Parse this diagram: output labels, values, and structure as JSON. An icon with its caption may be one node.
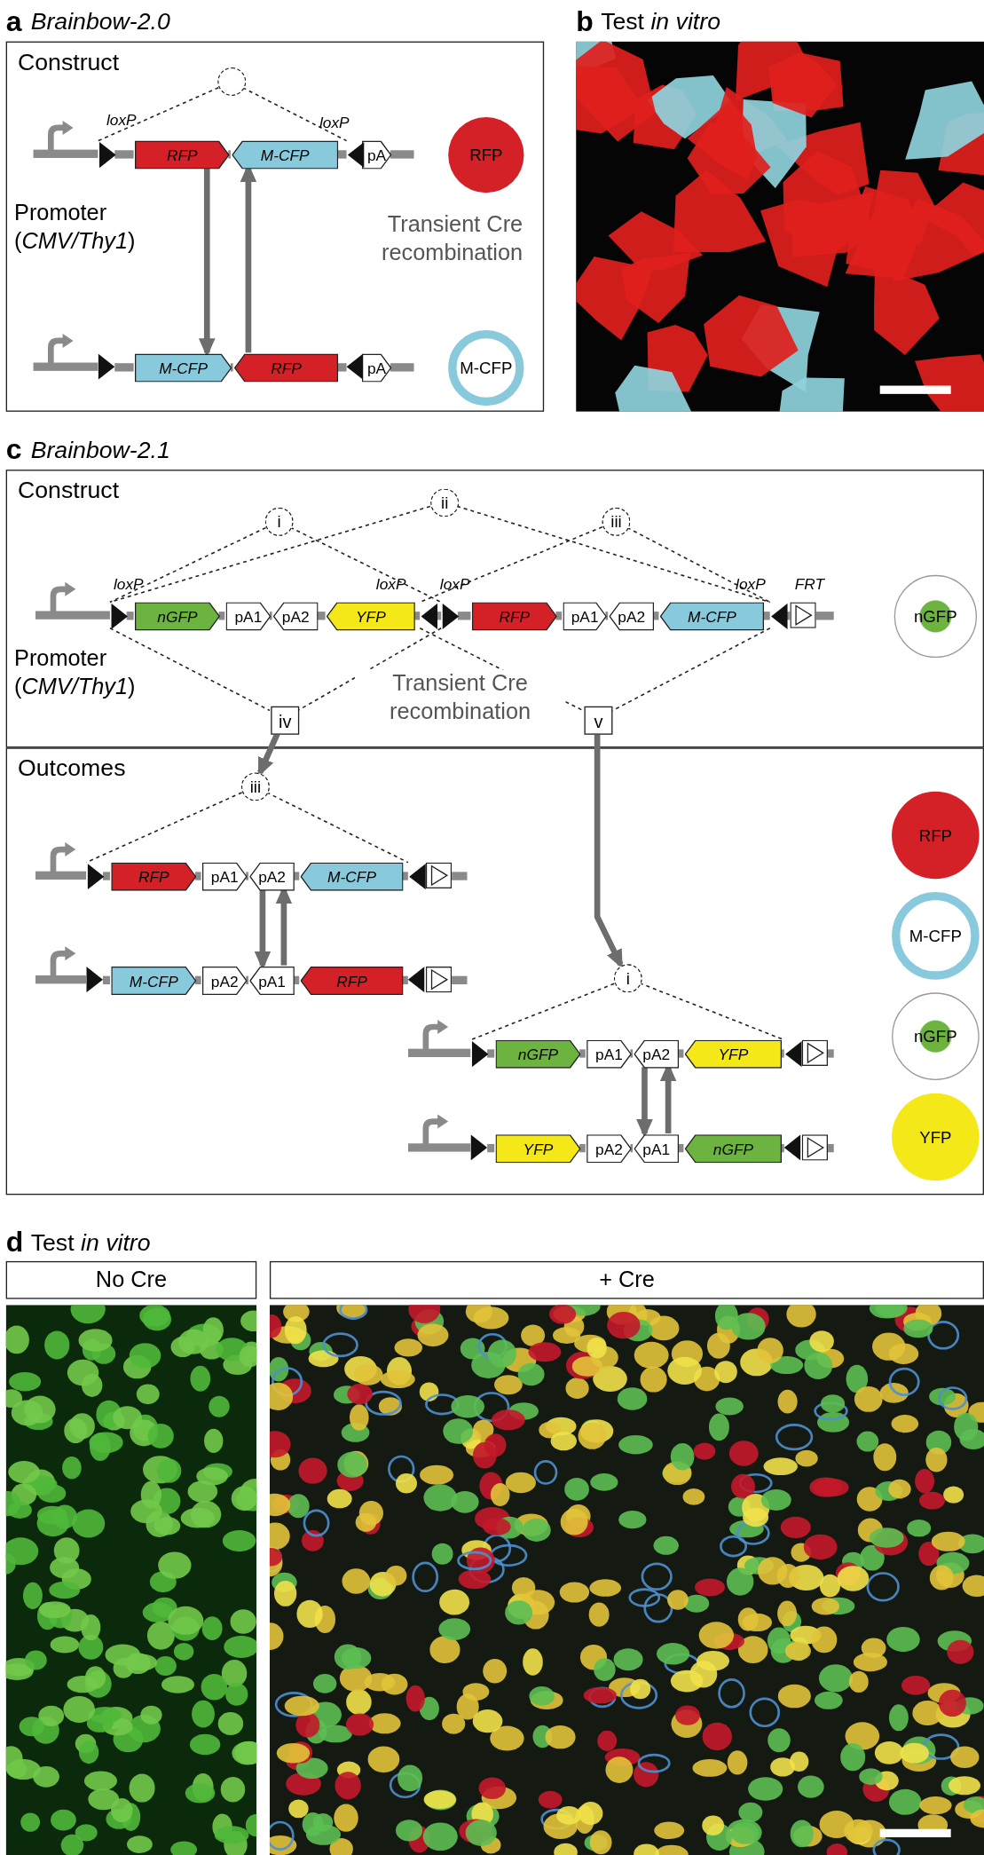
{
  "diagram": {
    "nodes": [
      {
        "text": [
          "Construct"
        ]
      },
      {
        "text": [],
        "shape": "circle",
        "in": 0
      },
      {
        "text": [],
        "shape": "triangle",
        "in": 0
      },
      {
        "text": [
          "RFP"
        ],
        "in": 0
      },
      {
        "text": [
          "M-CFP"
        ],
        "in": 0
      },
      {
        "text": [
          "pA"
        ],
        "in": 0
      },
      {
        "text": [],
        "shape": "triangle",
        "in": 0
      },
      {
        "text": [
          "RFP"
        ],
        "in": 0
      },
      {
        "text": [
          "M-CFP"
        ],
        "in": 0
      },
      {
        "text": [
          "RFP"
        ],
        "in": 0
      },
      {
        "text": [
          "pA"
        ],
        "in": 0
      },
      {
        "text": [
          "M-CFP"
        ],
        "in": 0
      },
      {
        "text": [],
        "shape": "picture",
        "beside": [
          "b",
          "Test *in vitro*"
        ]
      },
      {
        "text": [
          "Construct"
        ]
      },
      {
        "text": [
          "i"
        ],
        "in": 13
      },
      {
        "text": [
          "ii"
        ],
        "in": 13
      },
      {
        "text": [
          "iii"
        ],
        "in": 13
      },
      {
        "text": [],
        "shape": "triangle",
        "in": 13
      },
      {
        "text": [
          "nGFP"
        ],
        "in": 13
      },
      {
        "text": [
          "pA1"
        ],
        "in": 13
      },
      {
        "text": [
          "pA2"
        ],
        "in": 13
      },
      {
        "text": [
          "YFP"
        ],
        "in": 13
      },
      {
        "text": [],
        "shape": "triangle",
        "in": 13
      },
      {
        "text": [],
        "shape": "triangle",
        "in": 13
      },
      {
        "text": [
          "RFP"
        ],
        "in": 13
      },
      {
        "text": [
          "pA1"
        ],
        "in": 13
      },
      {
        "text": [
          "pA2"
        ],
        "in": 13
      },
      {
        "text": [
          "M-CFP"
        ],
        "in": 13
      },
      {
        "text": [],
        "shape": "triangle",
        "in": 13
      },
      {
        "text": [
          "nGFP"
        ],
        "in": 13
      },
      {
        "text": [
          "iv"
        ],
        "in": 13
      },
      {
        "text": [
          "v"
        ],
        "in": 13
      },
      {
        "text": [
          "Outcomes"
        ]
      },
      {
        "text": [
          "iii"
        ],
        "in": 32
      },
      {
        "text": [],
        "shape": "triangle",
        "in": 32
      },
      {
        "text": [
          "RFP"
        ],
        "in": 32
      },
      {
        "text": [
          "pA1"
        ],
        "in": 32
      },
      {
        "text": [
          "pA2"
        ],
        "in": 32
      },
      {
        "text": [
          "M-CFP"
        ],
        "in": 32
      },
      {
        "text": [],
        "shape": "triangle",
        "in": 32
      },
      {
        "text": [
          "M-CFP"
        ],
        "in": 32
      },
      {
        "text": [
          "pA2"
        ],
        "in": 32
      },
      {
        "text": [
          "pA1"
        ],
        "in": 32
      },
      {
        "text": [
          "RFP"
        ],
        "in": 32
      },
      {
        "text": [
          "i"
        ],
        "in": 32
      },
      {
        "text": [],
        "shape": "triangle",
        "in": 32
      },
      {
        "text": [
          "nGFP"
        ],
        "in": 32
      },
      {
        "text": [
          "pA1"
        ],
        "in": 32
      },
      {
        "text": [
          "pA2"
        ],
        "in": 32
      },
      {
        "text": [
          "YFP"
        ],
        "in": 32
      },
      {
        "text": [],
        "shape": "triangle",
        "in": 32
      },
      {
        "text": [
          "YFP"
        ],
        "in": 32
      },
      {
        "text": [
          "pA2"
        ],
        "in": 32
      },
      {
        "text": [
          "pA1"
        ],
        "in": 32
      },
      {
        "text": [
          "nGFP"
        ],
        "in": 32
      },
      {
        "text": [
          "RFP"
        ],
        "in": 32
      },
      {
        "text": [
          "M-CFP"
        ],
        "in": 32
      },
      {
        "text": [
          "nGFP"
        ],
        "in": 32
      },
      {
        "text": [
          "YFP"
        ],
        "in": 32
      },
      {
        "text": [
          "No Cre"
        ]
      },
      {
        "text": [
          "+ Cre"
        ]
      },
      {
        "text": [],
        "shape": "picture"
      },
      {
        "text": [],
        "shape": "picture"
      }
    ],
    "edges": [
      {
        "from": 1,
        "to": 2,
        "arrow": "none",
        "style": "dashed"
      },
      {
        "from": 1,
        "to": 6,
        "arrow": "none",
        "style": "dashed"
      },
      {
        "from": 3,
        "to": 8,
        "arrow": "to",
        "style": "thick",
        "color": "#6d6d6d"
      },
      {
        "from": 9,
        "to": 4,
        "arrow": "to",
        "style": "thick",
        "color": "#6d6d6d"
      },
      {
        "from": 14,
        "to": 17,
        "arrow": "none",
        "style": "dashed"
      },
      {
        "from": 14,
        "to": 23,
        "arrow": "none",
        "style": "dashed"
      },
      {
        "from": 15,
        "to": 17,
        "arrow": "none",
        "style": "dashed"
      },
      {
        "from": 15,
        "to": 28,
        "arrow": "none",
        "style": "dashed"
      },
      {
        "from": 16,
        "to": 22,
        "arrow": "none",
        "style": "dashed"
      },
      {
        "from": 16,
        "to": 28,
        "arrow": "none",
        "style": "dashed"
      },
      {
        "from": 17,
        "to": 30,
        "arrow": "none",
        "style": "dashed"
      },
      {
        "from": 23,
        "to": 30,
        "arrow": "none",
        "style": "dashed"
      },
      {
        "from": 22,
        "to": 31,
        "arrow": "none",
        "style": "dashed"
      },
      {
        "from": 28,
        "to": 31,
        "arrow": "none",
        "style": "dashed"
      },
      {
        "from": 30,
        "to": 33,
        "arrow": "to",
        "style": "thick",
        "color": "#6d6d6d"
      },
      {
        "from": 31,
        "to": 44,
        "arrow": "to",
        "style": "thick",
        "color": "#6d6d6d"
      },
      {
        "from": 33,
        "to": 34,
        "arrow": "none",
        "style": "dashed"
      },
      {
        "from": 33,
        "to": 39,
        "arrow": "none",
        "style": "dashed"
      },
      {
        "from": 37,
        "to": 42,
        "arrow": "to",
        "style": "thick",
        "color": "#6d6d6d"
      },
      {
        "from": 42,
        "to": 37,
        "arrow": "to",
        "style": "thick",
        "color": "#6d6d6d"
      },
      {
        "from": 44,
        "to": 45,
        "arrow": "none",
        "style": "dashed"
      },
      {
        "from": 44,
        "to": 50,
        "arrow": "none",
        "style": "dashed"
      },
      {
        "from": 48,
        "to": 53,
        "arrow": "to",
        "style": "thick",
        "color": "#6d6d6d"
      },
      {
        "from": 53,
        "to": 48,
        "arrow": "to",
        "style": "thick",
        "color": "#6d6d6d"
      }
    ],
    "labels": [
      "a",
      "Brainbow-2.0",
      "loxP",
      "loxP",
      "Promoter (*CMV/Thy1*)",
      "Transient Cre recombination",
      "c",
      "Brainbow-2.1",
      "loxP",
      "loxP",
      "loxP",
      "loxP",
      "FRT",
      "Promoter (*CMV/Thy1*)",
      "Transient Cre recombination",
      "d",
      "Test *in vitro*"
    ]
  }
}
